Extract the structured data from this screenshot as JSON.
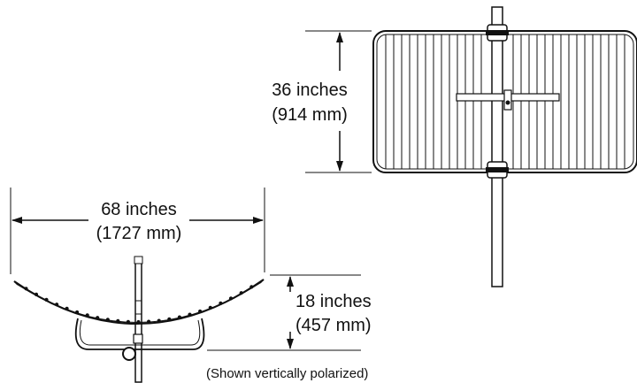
{
  "top_view": {
    "height_imperial": "36 inches",
    "height_metric": "(914 mm)"
  },
  "side_view": {
    "width_imperial": "68 inches",
    "width_metric": "(1727 mm)",
    "depth_imperial": "18 inches",
    "depth_metric": "(457 mm)",
    "caption": "(Shown vertically polarized)"
  },
  "colors": {
    "line": "#111111",
    "background": "#ffffff"
  }
}
